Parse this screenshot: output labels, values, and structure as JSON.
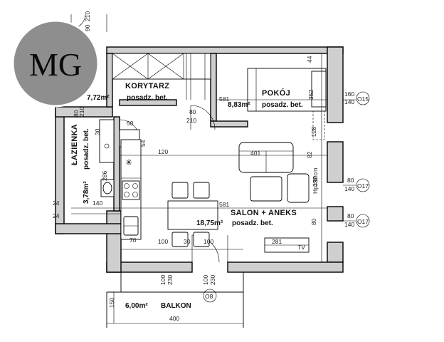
{
  "logo": {
    "text": "MG",
    "bg_color": "#8e8e8e"
  },
  "rooms": {
    "korytarz": {
      "name": "KORYTARZ",
      "area": "7,72m²",
      "floor": "posadz. bet."
    },
    "pokoj": {
      "name": "POKÓJ",
      "area": "8,83m²",
      "floor": "posadz. bet."
    },
    "lazienka": {
      "name": "ŁAZIENKA",
      "area": "3,78m²",
      "floor": "posadz. bet."
    },
    "salon": {
      "name": "SALON + ANEKS",
      "area": "18,75m²",
      "floor": "posadz. bet."
    },
    "balkon": {
      "name": "BALKON",
      "area": "6,00m²"
    }
  },
  "dimensions": {
    "d581_top": "581",
    "d352": "352",
    "d80": "80",
    "d210": "210",
    "d120": "120",
    "d401": "401",
    "d82": "82",
    "d286": "286",
    "d140": "140",
    "d24": "24",
    "d581_mid": "581",
    "d80b": "80",
    "d70": "70",
    "d100a": "100",
    "d30": "30",
    "d100b": "100",
    "d281": "281",
    "d332": "332",
    "d44": "44",
    "d128": "128",
    "d400": "400",
    "d150": "150",
    "d230": "230",
    "d90": "90",
    "hp": "Hp=90cm",
    "d50": "50",
    "d54": "54",
    "d30b": "30"
  },
  "windows": [
    {
      "code": "O15",
      "width": "160",
      "height": "140"
    },
    {
      "code": "O17",
      "width": "80",
      "height": "140"
    },
    {
      "code": "O17",
      "width": "80",
      "height": "140"
    }
  ],
  "door_bottom": {
    "code": "O8",
    "width_a": "100",
    "height_a": "230",
    "width_b": "100",
    "height_b": "230"
  },
  "tv_label": "TV"
}
